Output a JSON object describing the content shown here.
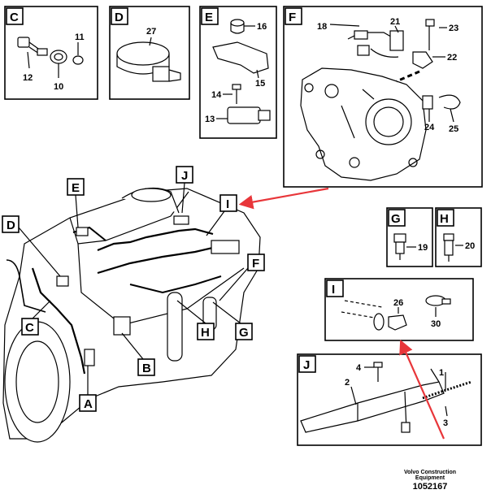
{
  "detail_boxes": {
    "C": {
      "letter": "C",
      "parts": [
        "11",
        "12",
        "10"
      ]
    },
    "D": {
      "letter": "D",
      "parts": [
        "27"
      ]
    },
    "E": {
      "letter": "E",
      "parts": [
        "16",
        "15",
        "14",
        "13"
      ]
    },
    "F": {
      "letter": "F",
      "parts": [
        "18",
        "21",
        "23",
        "22",
        "24",
        "25"
      ]
    },
    "G": {
      "letter": "G",
      "parts": [
        "19"
      ]
    },
    "H": {
      "letter": "H",
      "parts": [
        "20"
      ]
    },
    "I": {
      "letter": "I",
      "parts": [
        "26",
        "30"
      ]
    },
    "J": {
      "letter": "J",
      "parts": [
        "4",
        "2",
        "1",
        "3"
      ]
    }
  },
  "engine_tags": {
    "E": "E",
    "J": "J",
    "I": "I",
    "D": "D",
    "F": "F",
    "C": "C",
    "B": "B",
    "H": "H",
    "G": "G",
    "A": "A"
  },
  "footer": {
    "line1": "Volvo Construction",
    "line2": "Equipment",
    "id": "1052167"
  },
  "colors": {
    "arrow": "#e8363a",
    "ink": "#000000",
    "paper": "#ffffff"
  }
}
